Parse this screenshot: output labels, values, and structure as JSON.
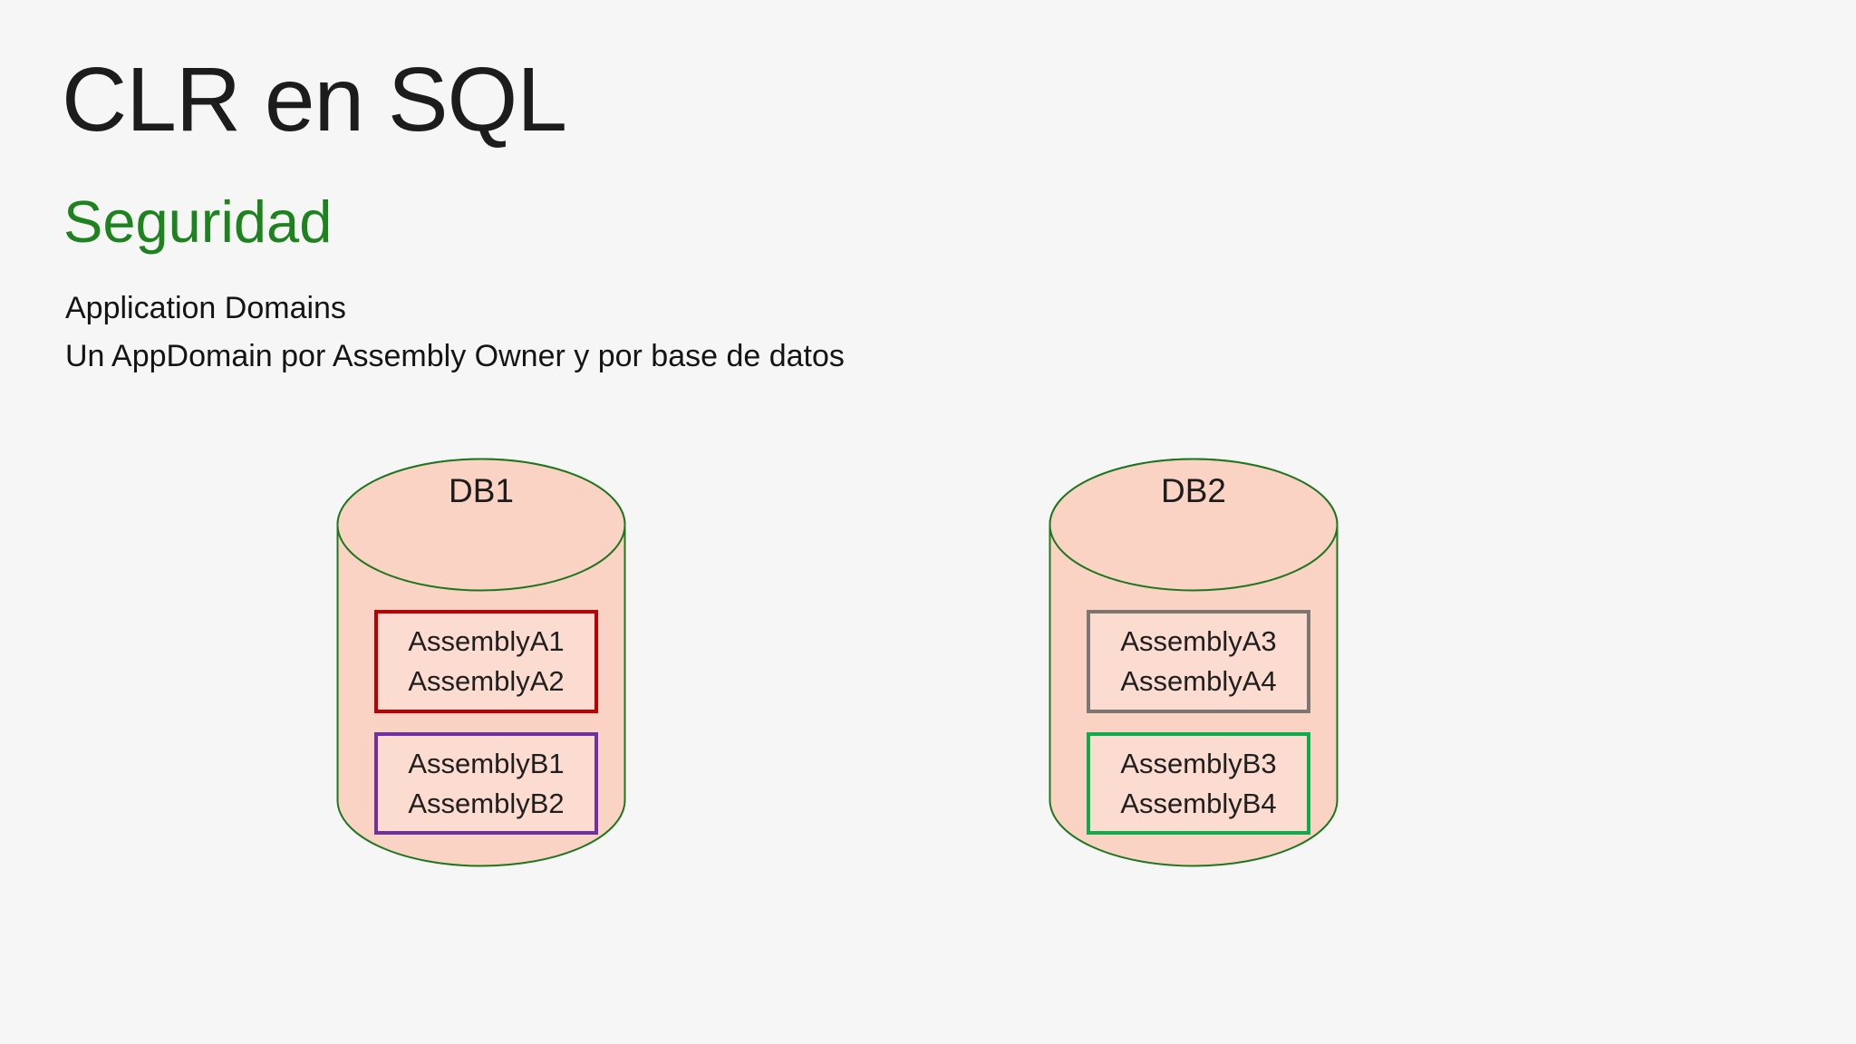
{
  "slide": {
    "title": "CLR en SQL",
    "subtitle": "Seguridad",
    "body_line1": "Application Domains",
    "body_line2": "Un AppDomain por Assembly Owner y por base de datos"
  },
  "colors": {
    "background": "#f6f6f6",
    "title_text": "#1c1c1c",
    "subtitle_green": "#1e821e",
    "body_text": "#141414",
    "cylinder_fill": "#fad3c4",
    "cylinder_outline": "#1d771d",
    "box_fill": "#fcdcd0",
    "red_border": "#c00000",
    "purple_border": "#7030a0",
    "gray_border": "#7d756f",
    "green_border": "#0cab4b"
  },
  "diagram": {
    "databases": [
      {
        "name": "DB1",
        "groups": [
          {
            "border": "#c00000",
            "assemblies": [
              "AssemblyA1",
              "AssemblyA2"
            ]
          },
          {
            "border": "#7030a0",
            "assemblies": [
              "AssemblyB1",
              "AssemblyB2"
            ]
          }
        ]
      },
      {
        "name": "DB2",
        "groups": [
          {
            "border": "#7d756f",
            "assemblies": [
              "AssemblyA3",
              "AssemblyA4"
            ]
          },
          {
            "border": "#0cab4b",
            "assemblies": [
              "AssemblyB3",
              "AssemblyB4"
            ]
          }
        ]
      }
    ]
  }
}
